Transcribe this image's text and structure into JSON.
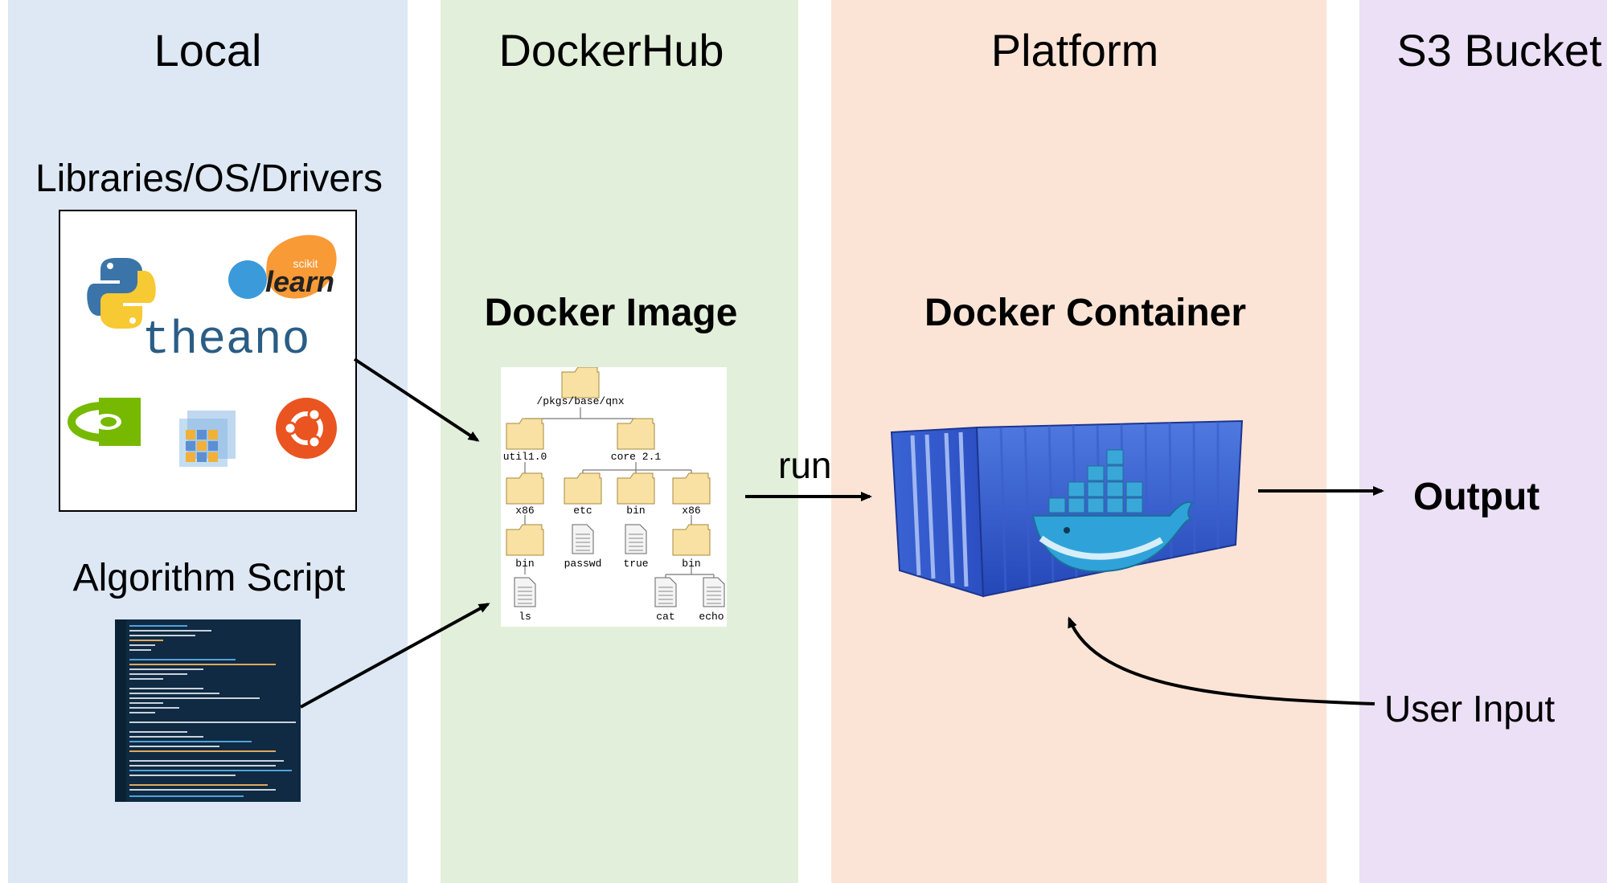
{
  "columns": {
    "local": {
      "title": "Local",
      "color": "#dde8f4"
    },
    "dockerhub": {
      "title": "DockerHub",
      "color": "#e2efda"
    },
    "platform": {
      "title": "Platform",
      "color": "#fbe4d6"
    },
    "s3": {
      "title": "S3 Bucket",
      "color": "#ebe0f5"
    }
  },
  "local": {
    "libraries_label": "Libraries/OS/Drivers",
    "algorithm_label": "Algorithm Script",
    "logos": {
      "python": "python-logo",
      "sklearn_small": "scikit",
      "sklearn_big": "learn",
      "theano": "theano",
      "nvidia": "nvidia-logo",
      "cube": "data-cube-logo",
      "ubuntu": "ubuntu-logo"
    }
  },
  "dockerhub": {
    "image_label": "Docker Image",
    "tree": {
      "root": "/pkgs/base/qnx",
      "util": "util1.0",
      "core": "core 2.1",
      "x86_a": "x86",
      "etc": "etc",
      "bin_a": "bin",
      "x86_b": "x86",
      "bin_b": "bin",
      "passwd": "passwd",
      "true": "true",
      "bin_c": "bin",
      "ls": "ls",
      "cat": "cat",
      "echo": "echo"
    }
  },
  "platform": {
    "run_label": "run",
    "container_label": "Docker Container",
    "user_input_label": "User Input"
  },
  "s3": {
    "output_label": "Output"
  }
}
